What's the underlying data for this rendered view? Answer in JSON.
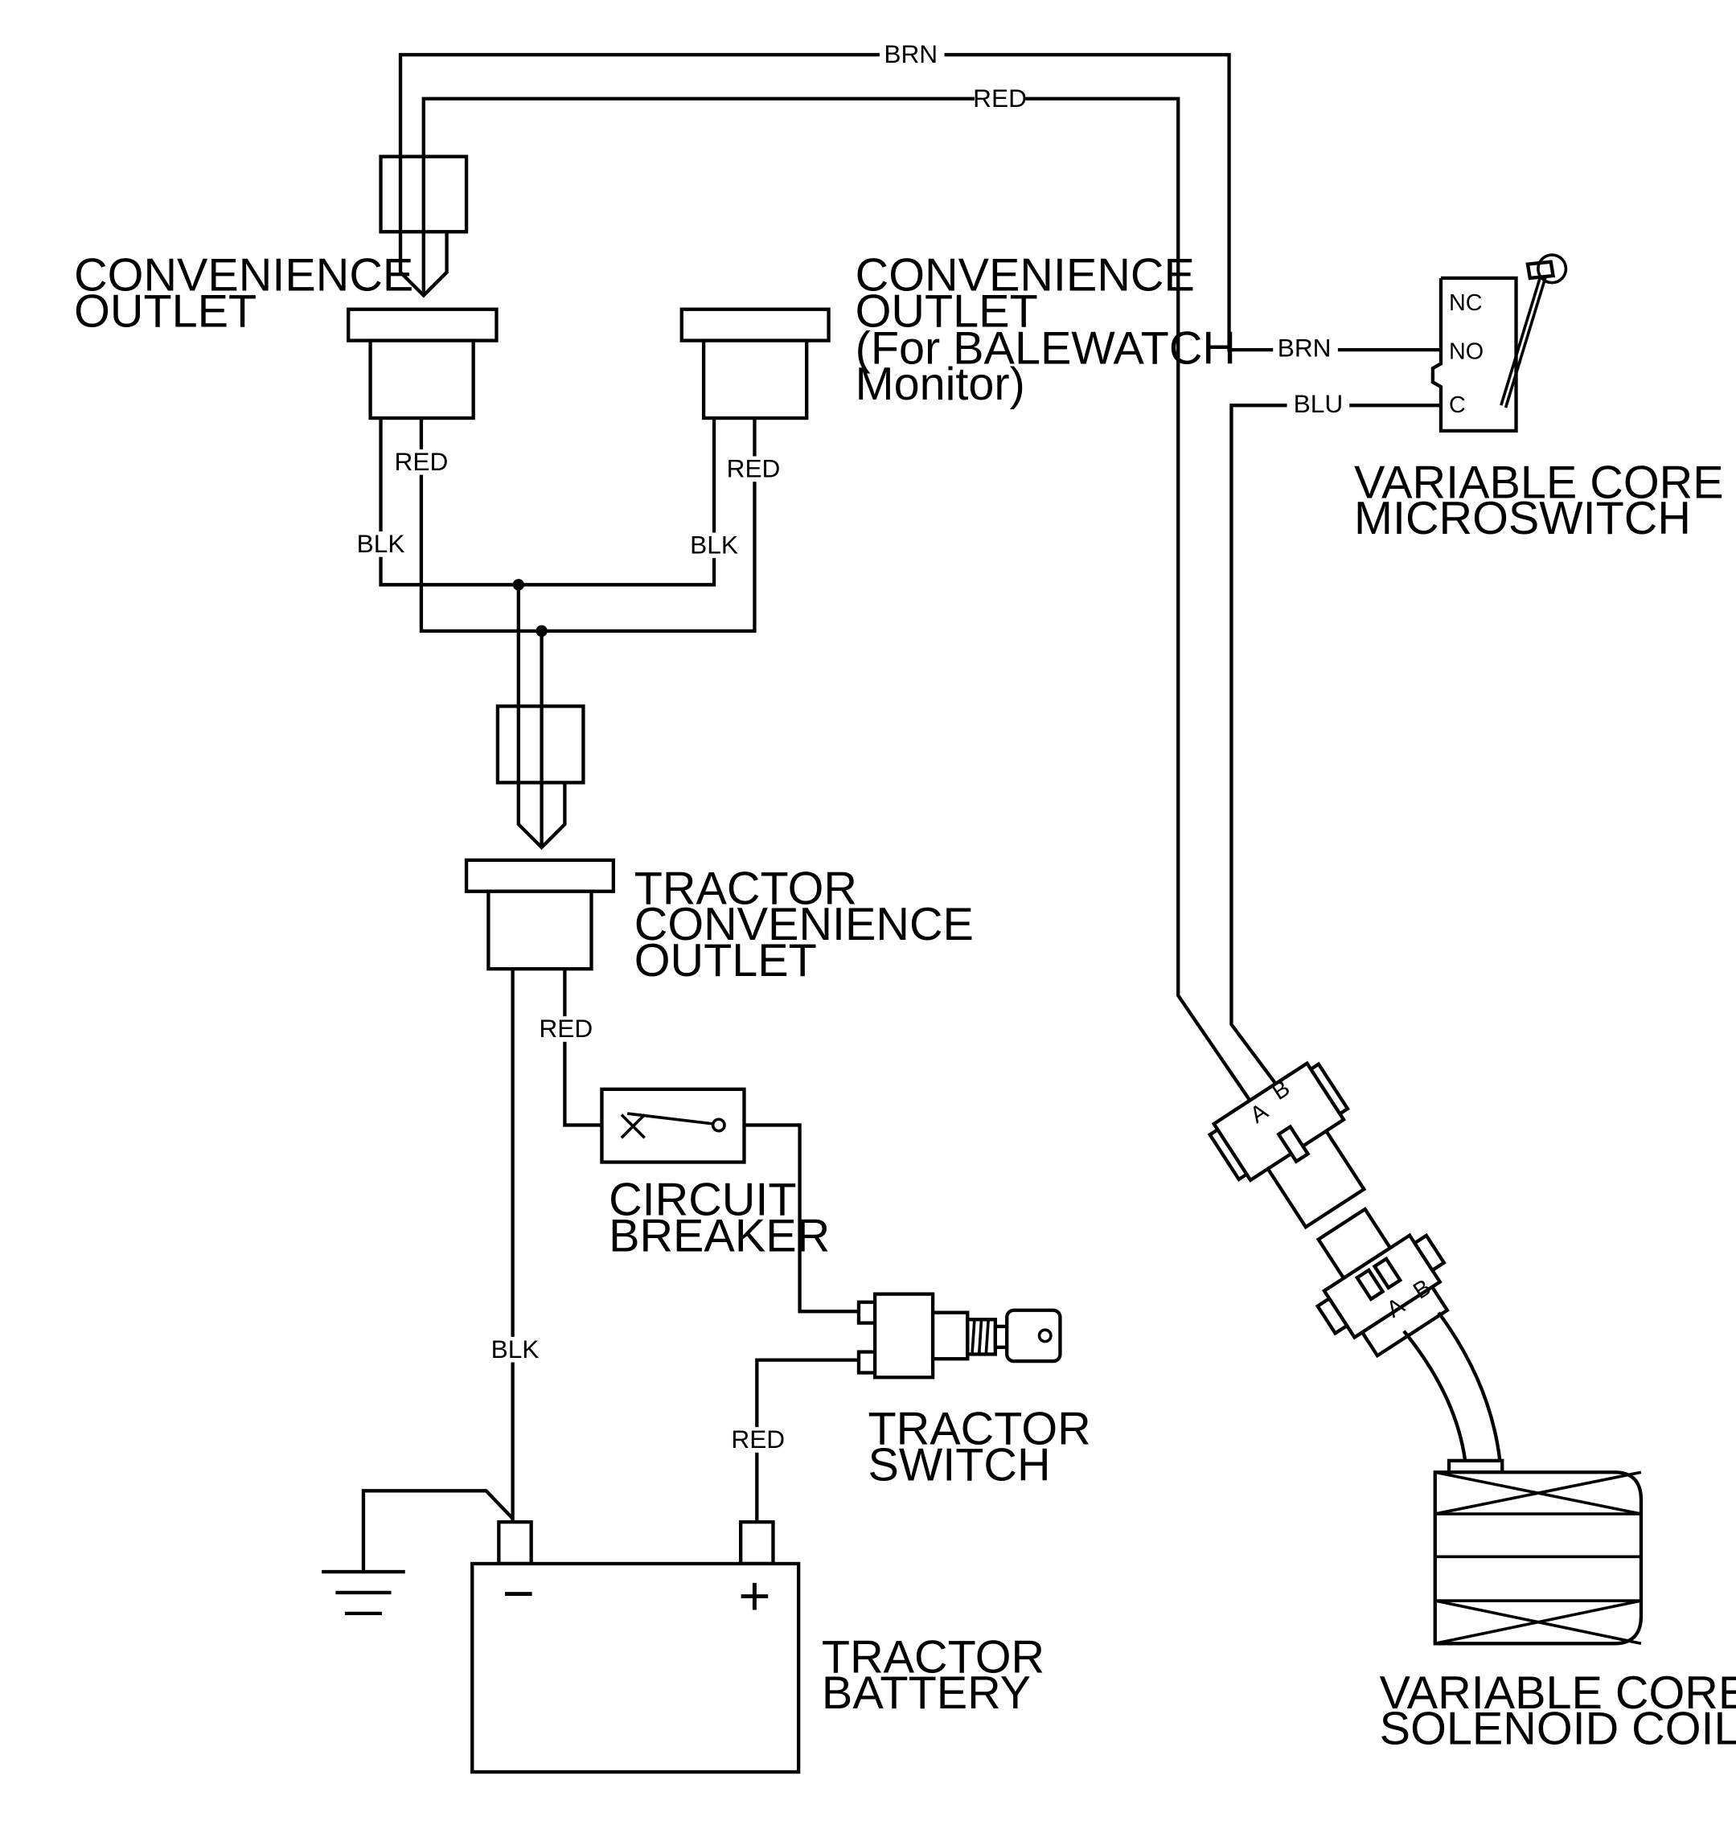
{
  "components": {
    "convenience_outlet_left": [
      "CONVENIENCE",
      "OUTLET"
    ],
    "convenience_outlet_balewatch": [
      "CONVENIENCE",
      "OUTLET",
      "(For BALEWATCH",
      "Monitor)"
    ],
    "tractor_convenience_outlet": [
      "TRACTOR",
      "CONVENIENCE",
      "OUTLET"
    ],
    "circuit_breaker": [
      "CIRCUIT",
      "BREAKER"
    ],
    "tractor_switch": [
      "TRACTOR",
      "SWITCH"
    ],
    "tractor_battery": [
      "TRACTOR",
      "BATTERY"
    ],
    "microswitch": [
      "VARIABLE CORE",
      "MICROSWITCH"
    ],
    "solenoid_coil": [
      "VARIABLE CORE",
      "SOLENOID COIL"
    ]
  },
  "microswitch_terminals": {
    "nc": "NC",
    "no": "NO",
    "c": "C"
  },
  "connector_pins": {
    "a": "A",
    "b": "B"
  },
  "battery_terminals": {
    "negative": "−",
    "positive": "+"
  },
  "wires": {
    "top_brn": "BRN",
    "top_red": "RED",
    "switch_brn": "BRN",
    "switch_blu": "BLU",
    "outlet_left_red": "RED",
    "outlet_left_blk": "BLK",
    "outlet_right_red": "RED",
    "outlet_right_blk": "BLK",
    "tractor_outlet_red": "RED",
    "battery_blk": "BLK",
    "battery_red": "RED"
  }
}
